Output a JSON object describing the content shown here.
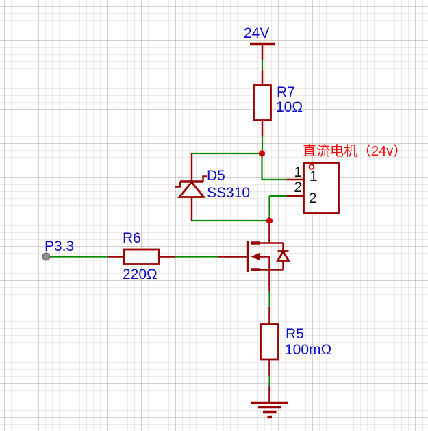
{
  "colors": {
    "symbol": "#990000",
    "wire": "#008800",
    "junction": "#cc0000",
    "label": "#0a0acc",
    "net-red": "#fd0404",
    "pin-number": "#111111",
    "port-fill": "#8f8f8f",
    "port-stroke": "#6b6b6b",
    "pin1-ring": "#d40000"
  },
  "power": {
    "net": "24V"
  },
  "ports": {
    "gate": "P3.3"
  },
  "components": {
    "r7": {
      "name": "R7",
      "value": "10Ω"
    },
    "r6": {
      "name": "R6",
      "value": "220Ω"
    },
    "r5": {
      "name": "R5",
      "value": "100mΩ"
    },
    "d5": {
      "name": "D5",
      "value": "SS310"
    },
    "motor": {
      "title": "直流电机（24v）",
      "pin1": "1",
      "pin2": "2"
    }
  }
}
